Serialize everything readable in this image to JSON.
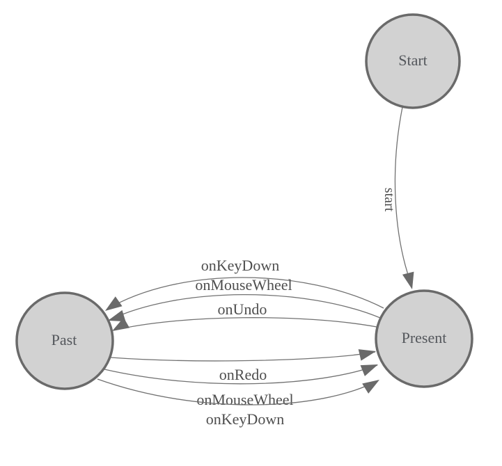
{
  "diagram": {
    "type": "state-machine",
    "background_color": "#ffffff",
    "node_fill_color": "#d2d2d2",
    "node_border_color": "#6a6a6a",
    "edge_line_color": "#717171",
    "arrow_color": "#6a6a6a",
    "node_text_color": "#54575c",
    "edge_text_color": "#4e4e4e",
    "nodes": [
      {
        "id": "start",
        "label": "Start"
      },
      {
        "id": "present",
        "label": "Present"
      },
      {
        "id": "past",
        "label": "Past"
      }
    ],
    "edges": [
      {
        "from": "Start",
        "to": "Present",
        "label": "start"
      },
      {
        "from": "Present",
        "to": "Past",
        "label": "onKeyDown"
      },
      {
        "from": "Present",
        "to": "Past",
        "label": "onMouseWheel"
      },
      {
        "from": "Present",
        "to": "Past",
        "label": "onUndo"
      },
      {
        "from": "Past",
        "to": "Present",
        "label": "onRedo"
      },
      {
        "from": "Past",
        "to": "Present",
        "label": "onMouseWheel"
      },
      {
        "from": "Past",
        "to": "Present",
        "label": "onKeyDown"
      }
    ]
  }
}
